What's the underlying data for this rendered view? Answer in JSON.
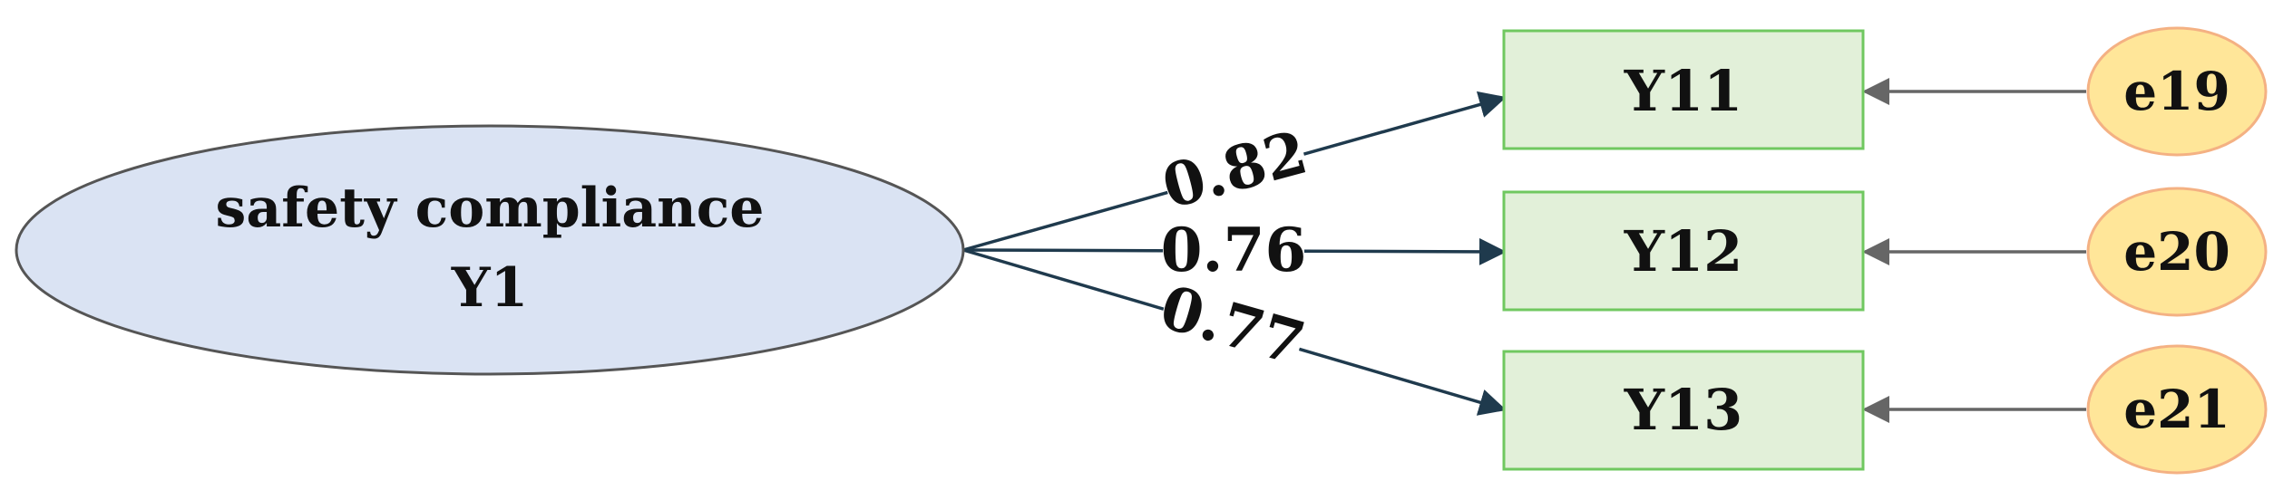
{
  "latent": {
    "line1": "safety compliance",
    "line2": "Y1",
    "fill": "#dae3f3",
    "stroke": "#555555"
  },
  "indicators": [
    {
      "label": "Y11",
      "loading": "0.82",
      "error": "e19"
    },
    {
      "label": "Y12",
      "loading": "0.76",
      "error": "e20"
    },
    {
      "label": "Y13",
      "loading": "0.77",
      "error": "e21"
    }
  ],
  "colors": {
    "indicator_fill": "#e2f0d9",
    "indicator_stroke": "#70c860",
    "error_fill": "#ffe699",
    "error_stroke": "#f4b183",
    "path_arrow": "#1f3a4d",
    "error_arrow": "#666666"
  }
}
